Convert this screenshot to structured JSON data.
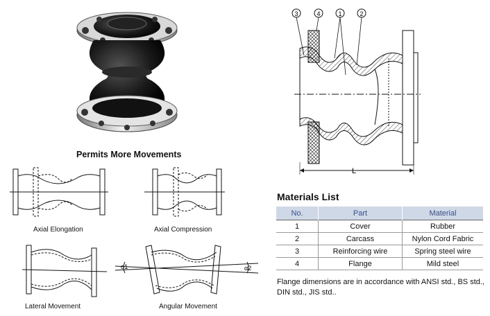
{
  "movements": {
    "title": "Permits More Movements",
    "axial_elongation": "Axial  Elongation",
    "axial_compression": "Axial  Compression",
    "lateral": "Lateral Movement",
    "angular": "Angular  Movement",
    "alpha1": "α1",
    "alpha2": "α2"
  },
  "drawing": {
    "callouts": [
      "3",
      "4",
      "1",
      "2"
    ],
    "length_label": "L"
  },
  "materials": {
    "title": "Materials List",
    "headers": [
      "No.",
      "Part",
      "Material"
    ],
    "rows": [
      [
        "1",
        "Cover",
        "Rubber"
      ],
      [
        "2",
        "Carcass",
        "Nylon Cord Fabric"
      ],
      [
        "3",
        "Reinforcing wire",
        "Spring steel wire"
      ],
      [
        "4",
        "Flange",
        "Mild steel"
      ]
    ]
  },
  "note": "Flange dimensions are in accordance with ANSI std., BS std., DIN std., JIS std.."
}
